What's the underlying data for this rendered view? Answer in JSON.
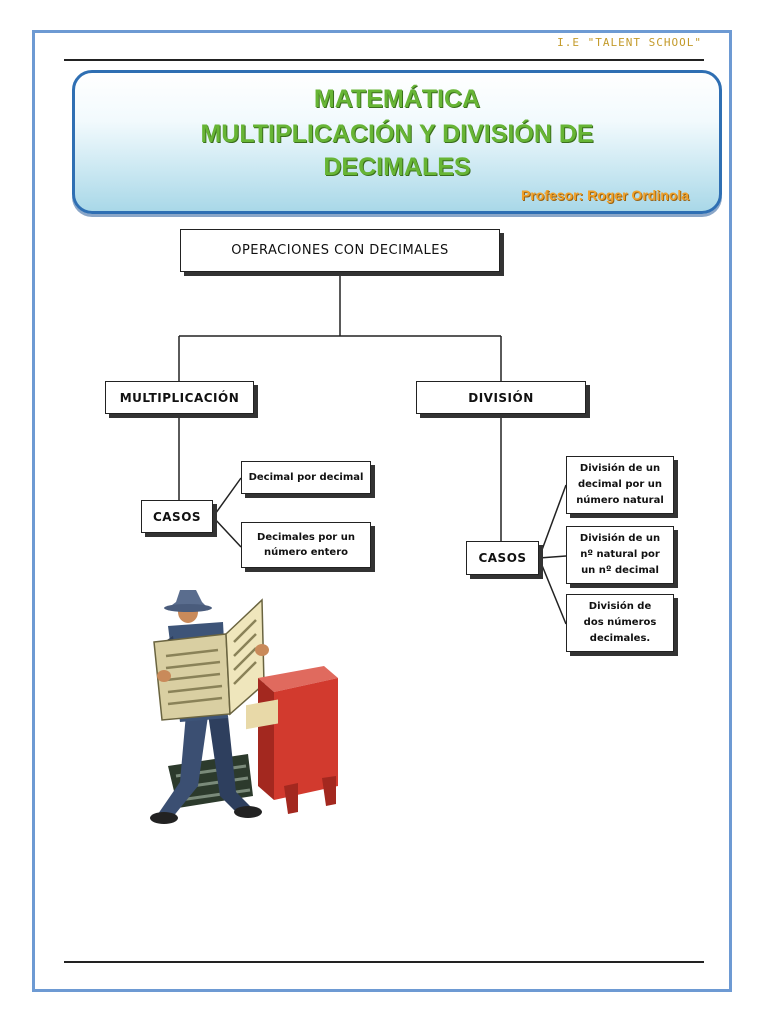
{
  "header": {
    "school": "I.E \"TALENT SCHOOL\""
  },
  "title": {
    "line1": "MATEMÁTICA",
    "line2": "MULTIPLICACIÓN Y DIVISIÓN DE",
    "line3": "DECIMALES",
    "professor": "Profesor: Roger Ordinola"
  },
  "diagram": {
    "root": "OPERACIONES CON DECIMALES",
    "multiplication": {
      "label": "MULTIPLICACIÓN",
      "cases_label": "CASOS",
      "cases": [
        "Decimal por decimal",
        "Decimales por un número entero"
      ]
    },
    "division": {
      "label": "DIVISIÓN",
      "cases_label": "CASOS",
      "cases": [
        "División de un decimal por un número natural",
        "División de un nº natural por un nº decimal",
        "División de dos números decimales."
      ]
    }
  },
  "colors": {
    "frame": "#6d9ad3",
    "title_green": "#67b535",
    "professor_orange": "#f0a12a",
    "school_gold": "#c39a2a"
  }
}
